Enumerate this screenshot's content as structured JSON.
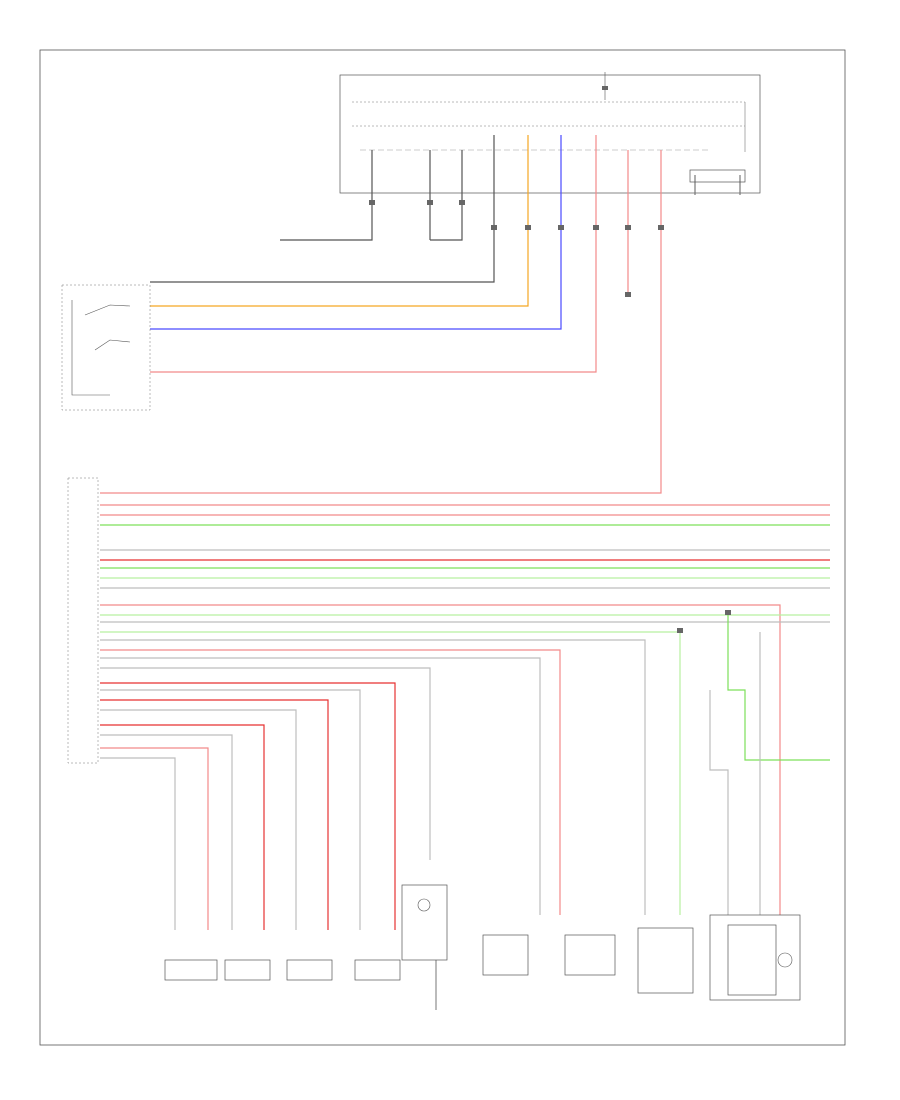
{
  "page": {
    "number": ""
  },
  "colors": {
    "frame": "#555555",
    "wire_dark": "#555555",
    "wire_orange": "#f5a623",
    "wire_blue": "#4a4aff",
    "wire_pink": "#f28a8a",
    "wire_red": "#e63232",
    "wire_green": "#7de05a",
    "wire_light_green": "#b8f0a0",
    "wire_gray": "#bdbdbd"
  },
  "labels": {
    "top_fuse": "",
    "top_right_unit": "",
    "ground_left": "",
    "mid_unit": "",
    "combination_switch": "",
    "right_connector": "",
    "main_module": "",
    "ground_bottom": "",
    "body_unit": ""
  },
  "components": [
    {
      "id": "cmp-1",
      "label": ""
    },
    {
      "id": "cmp-2",
      "label": ""
    },
    {
      "id": "cmp-3",
      "label": ""
    },
    {
      "id": "cmp-4",
      "label": ""
    },
    {
      "id": "cmp-5",
      "label": ""
    },
    {
      "id": "cmp-6",
      "label": ""
    },
    {
      "id": "cmp-7",
      "label": ""
    },
    {
      "id": "cmp-8",
      "label": ""
    },
    {
      "id": "cmp-9",
      "label": ""
    }
  ]
}
